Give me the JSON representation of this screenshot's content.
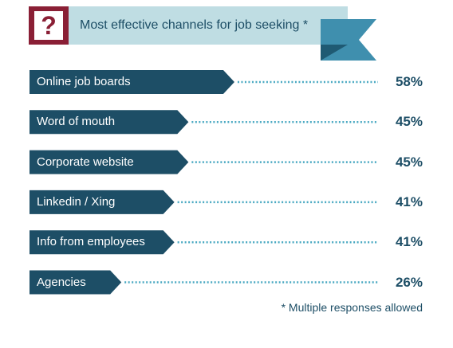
{
  "header": {
    "title": "Most effective channels for job seeking *",
    "icon": "question-mark-icon",
    "icon_glyph": "?"
  },
  "chart_data": {
    "type": "bar",
    "categories": [
      "Online job boards",
      "Word of mouth",
      "Corporate website",
      "Linkedin / Xing",
      "Info from employees",
      "Agencies"
    ],
    "values": [
      58,
      45,
      45,
      41,
      41,
      26
    ],
    "value_labels": [
      "58%",
      "45%",
      "45%",
      "41%",
      "41%",
      "26%"
    ],
    "unit": "%",
    "title": "Most effective channels for job seeking *",
    "xlabel": "",
    "ylabel": "",
    "ylim": [
      0,
      100
    ],
    "grid": false,
    "orientation": "horizontal"
  },
  "footnote": "* Multiple responses allowed",
  "colors": {
    "bar": "#1d4e66",
    "dots": "#4aa9c2",
    "banner": "#bfdde3",
    "banner_tail": "#3f8fae",
    "accent": "#8a1f35",
    "text": "#1d4e66"
  }
}
